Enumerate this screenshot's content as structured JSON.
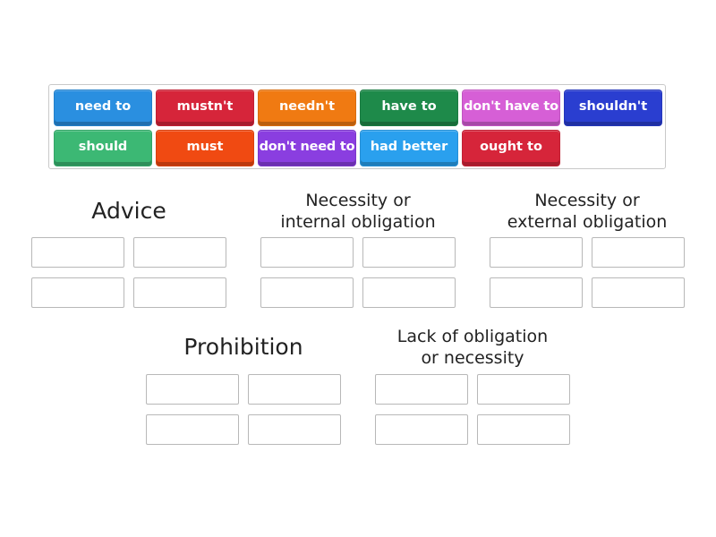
{
  "word_bank": {
    "tiles": [
      {
        "label": "need to",
        "color": "#2a8fe0"
      },
      {
        "label": "mustn't",
        "color": "#d6253a"
      },
      {
        "label": "needn't",
        "color": "#f07a12"
      },
      {
        "label": "have to",
        "color": "#1e8a4a"
      },
      {
        "label": "don't have to",
        "color": "#d65fd6"
      },
      {
        "label": "shouldn't",
        "color": "#2a3ed0"
      },
      {
        "label": "should",
        "color": "#3cb874"
      },
      {
        "label": "must",
        "color": "#f04a12"
      },
      {
        "label": "don't need to",
        "color": "#8a3ee0"
      },
      {
        "label": "had better",
        "color": "#2aa0ee"
      },
      {
        "label": "ought to",
        "color": "#d6253a"
      }
    ]
  },
  "groups": {
    "advice": {
      "title": "Advice"
    },
    "internal": {
      "title_line1": "Necessity or",
      "title_line2": "internal obligation"
    },
    "external": {
      "title_line1": "Necessity or",
      "title_line2": "external obligation"
    },
    "prohibition": {
      "title": "Prohibition"
    },
    "lack": {
      "title_line1": "Lack of obligation",
      "title_line2": "or necessity"
    }
  }
}
